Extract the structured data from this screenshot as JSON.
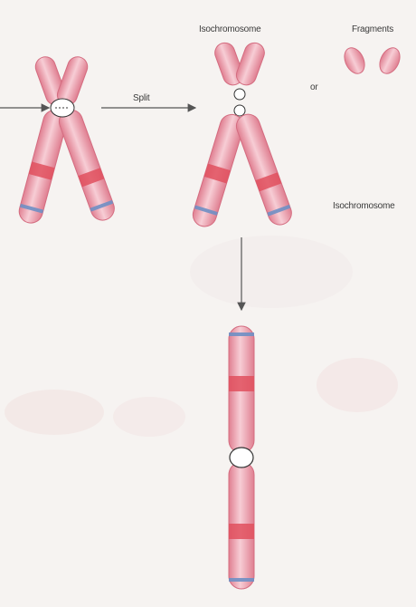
{
  "labels": {
    "isochromosome_top": "Isochromosome",
    "fragments": "Fragments",
    "or": "or",
    "split": "Split",
    "isochromosome_right": "Isochromosome"
  },
  "colors": {
    "background": "#f6f3f1",
    "chromosome_fill": "#e89aa8",
    "chromosome_light": "#f4c7cf",
    "band_red": "#e0505e",
    "band_blue": "#6f8fc4",
    "centromere": "#ffffff",
    "arrow": "#555555"
  }
}
